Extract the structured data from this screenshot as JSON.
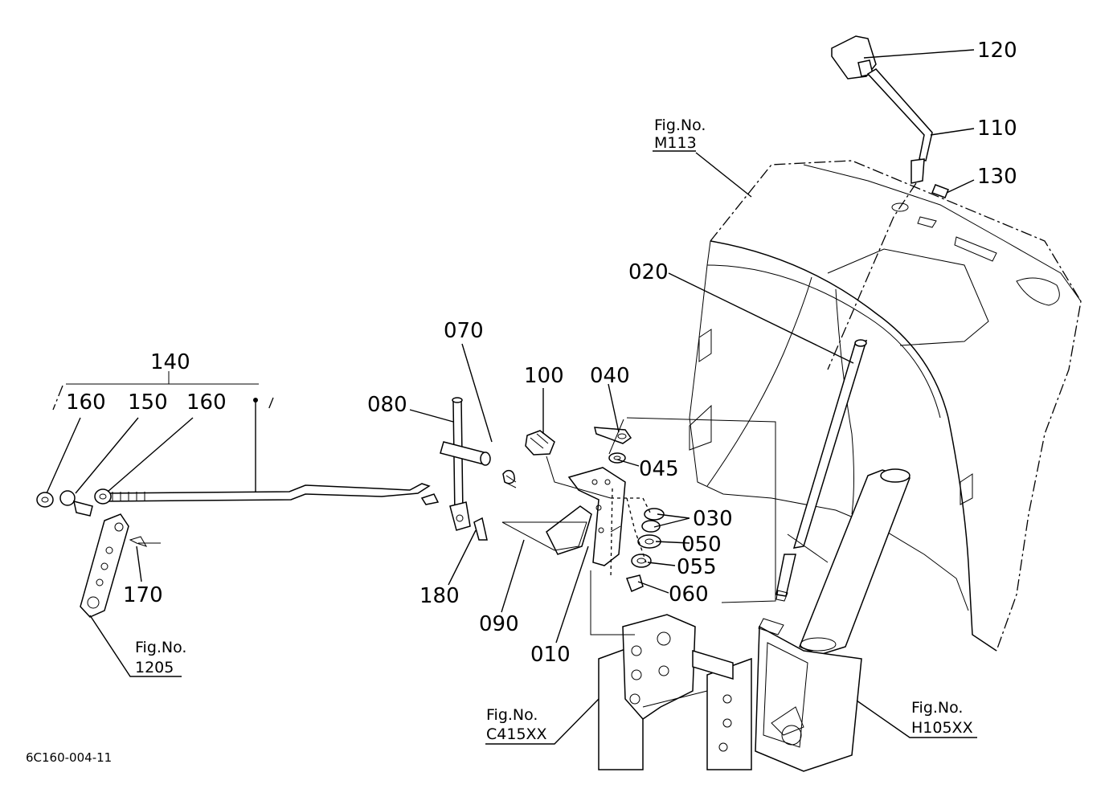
{
  "diagram_code": "6C160-004-11",
  "fig_caption": "Fig.No.",
  "part_numbers": {
    "p010": "010",
    "p020": "020",
    "p030": "030",
    "p040": "040",
    "p045": "045",
    "p050": "050",
    "p055": "055",
    "p060": "060",
    "p070": "070",
    "p080": "080",
    "p090": "090",
    "p100": "100",
    "p110": "110",
    "p120": "120",
    "p130": "130",
    "p140": "140",
    "p150": "150",
    "p160a": "160",
    "p160b": "160",
    "p170": "170",
    "p180": "180"
  },
  "figure_refs": {
    "m113": "M113",
    "f1205": "1205",
    "c415": "C415XX",
    "h105": "H105XX"
  }
}
